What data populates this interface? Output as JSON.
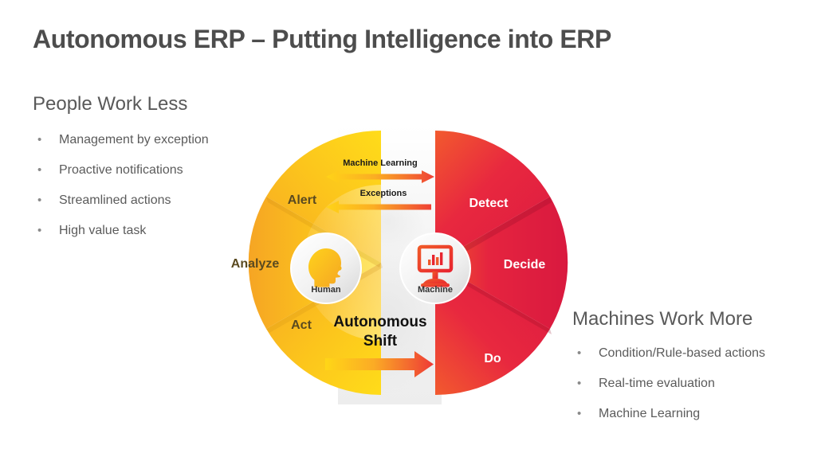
{
  "title": "Autonomous ERP – Putting Intelligence into ERP",
  "left_block": {
    "heading": "People Work Less",
    "bullet_char": "•",
    "bullets": [
      "Management by exception",
      "Proactive notifications",
      "Streamlined actions",
      "High value task"
    ]
  },
  "right_block": {
    "heading": "Machines Work More",
    "bullet_char": "•",
    "bullets": [
      "Condition/Rule-based actions",
      "Real-time evaluation",
      "Machine Learning"
    ]
  },
  "diagram": {
    "human_segments": [
      "Alert",
      "Analyze",
      "Act"
    ],
    "machine_segments": [
      "Detect",
      "Decide",
      "Do"
    ],
    "human_node": {
      "label": "Human",
      "icon": "person-head-icon"
    },
    "machine_node": {
      "label": "Machine",
      "icon": "computer-monitor-chart-icon"
    },
    "arrows": [
      {
        "label": "Machine Learning",
        "direction": "both"
      },
      {
        "label": "Exceptions",
        "direction": "left"
      },
      {
        "label": "",
        "direction": "right"
      }
    ],
    "center_label_line1": "Autonomous",
    "center_label_line2": "Shift",
    "colors": {
      "yellow_light": "#ffd91e",
      "yellow_mid": "#fcc21b",
      "orange": "#f6a623",
      "red_light": "#f0503c",
      "red_mid": "#e8243f",
      "red_deep": "#d81b3c",
      "title_gray": "#4d4d4d",
      "body_gray": "#5b5b5b"
    }
  }
}
